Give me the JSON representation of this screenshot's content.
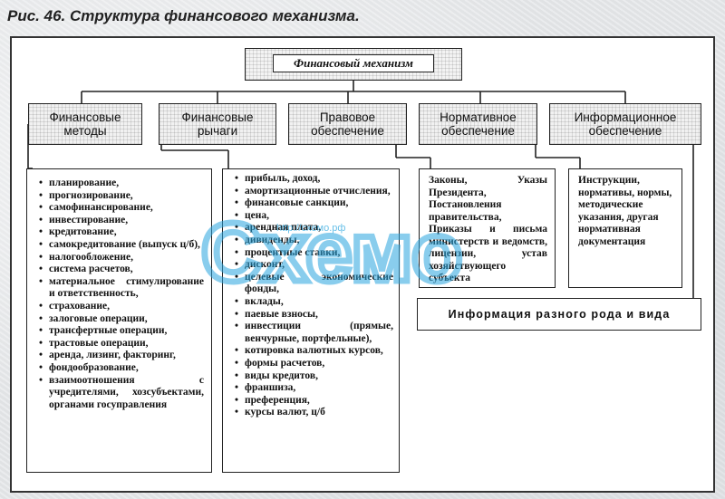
{
  "caption": "Рис. 46. Структура финансового механизма.",
  "root": "Финансовый механизм",
  "categories": [
    {
      "label_lines": [
        "Финансовые",
        "методы"
      ]
    },
    {
      "label_lines": [
        "Финансовые",
        "рычаги"
      ]
    },
    {
      "label_lines": [
        "Правовое",
        "обеспечение"
      ]
    },
    {
      "label_lines": [
        "Нормативное",
        "обеспечение"
      ]
    },
    {
      "label_lines": [
        "Информационное",
        "обеспечение"
      ]
    }
  ],
  "methods": [
    "планирование,",
    "прогнозирование,",
    "самофинансирование,",
    "инвестирование,",
    "кредитование,",
    "самокредитование (выпуск ц/б),",
    "налогообложение,",
    "система расчетов,",
    "материальное стимулирование и ответственность,",
    "страхование,",
    "залоговые операции,",
    "трансфертные операции,",
    "трастовые операции,",
    "аренда, лизинг, факторинг,",
    "фондообразование,",
    "взаимоотношения с учредителями, хозсубъектами, органами госуправления"
  ],
  "levers": [
    "прибыль, доход,",
    "амортизационные отчисления,",
    "финансовые санкции,",
    "цена,",
    "арендная плата,",
    "дивиденды,",
    "процентные ставки,",
    "дисконт,",
    "целевые экономические фонды,",
    "вклады,",
    "паевые взносы,",
    "инвестиции (прямые, венчурные, портфельные),",
    "котировка валютных курсов,",
    "формы расчетов,",
    "виды кредитов,",
    "франшиза,",
    "преференция,",
    "курсы валют, ц/б"
  ],
  "legal_text": "Законы, Указы Президента, Постановления правительства, Приказы и письма министерств и ведомств, лицензии, устав хозяйствующего субъекта",
  "normative_text": "Инструкции, нормативы, нормы, методические указания, другая нормативная документация",
  "info_text": "Информация разного рода и вида",
  "watermark": {
    "url": "http://схемо.рф",
    "text": "Схемо"
  },
  "colors": {
    "watermark": "#2aa6df",
    "line": "#222222"
  }
}
